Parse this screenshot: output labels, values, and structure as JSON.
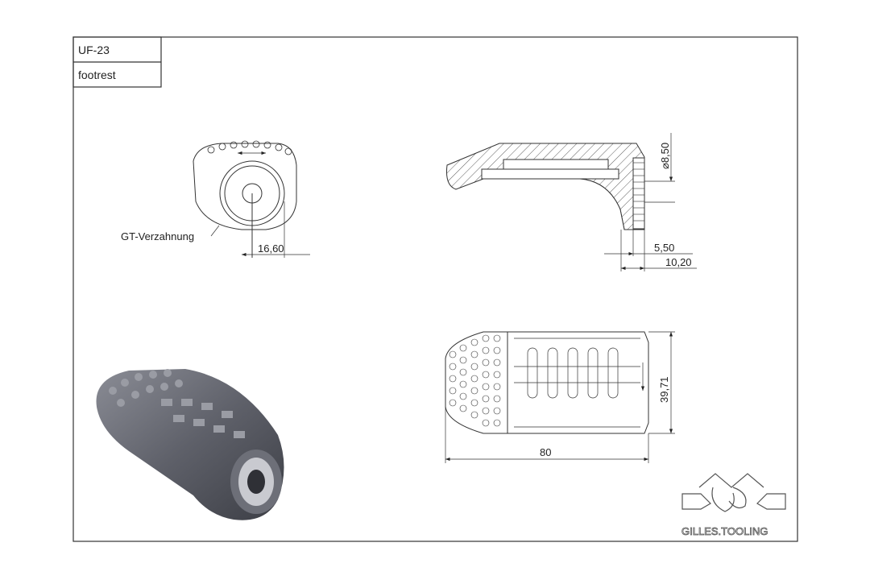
{
  "title_block": {
    "part_number": "UF-23",
    "part_name": "footrest"
  },
  "front_view": {
    "label": "GT-Verzahnung",
    "dimension_width": "16,60"
  },
  "section_view": {
    "dimension_diameter": "⌀8,50",
    "dimension_depth_inner": "5,50",
    "dimension_depth_outer": "10,20"
  },
  "top_view": {
    "dimension_length": "80",
    "dimension_width": "39,71"
  },
  "logo": {
    "text": "GILLES.TOOLING"
  }
}
